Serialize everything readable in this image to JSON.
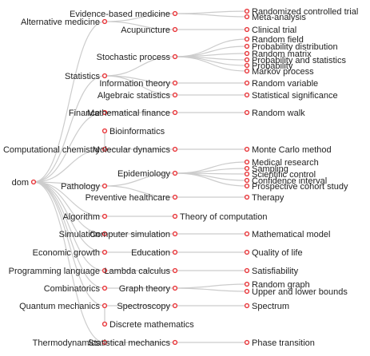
{
  "tree": {
    "root": {
      "label": "dom"
    },
    "level1": [
      {
        "label": "Alternative medicine"
      },
      {
        "label": "Statistics"
      },
      {
        "label": "Finance"
      },
      {
        "label": "Computational chemistry"
      },
      {
        "label": "Pathology"
      },
      {
        "label": "Algorithm"
      },
      {
        "label": "Simulation"
      },
      {
        "label": "Economic growth"
      },
      {
        "label": "Programming language"
      },
      {
        "label": "Combinatorics"
      },
      {
        "label": "Quantum mechanics"
      },
      {
        "label": "Thermodynamics"
      }
    ],
    "level2": [
      {
        "label": "Evidence-based medicine"
      },
      {
        "label": "Acupuncture"
      },
      {
        "label": "Stochastic process"
      },
      {
        "label": "Information theory"
      },
      {
        "label": "Algebraic statistics"
      },
      {
        "label": "Mathematical finance"
      },
      {
        "label": "Bioinformatics"
      },
      {
        "label": "Molecular dynamics"
      },
      {
        "label": "Epidemiology"
      },
      {
        "label": "Preventive healthcare"
      },
      {
        "label": "Theory of computation"
      },
      {
        "label": "Computer simulation"
      },
      {
        "label": "Education"
      },
      {
        "label": "Lambda calculus"
      },
      {
        "label": "Graph theory"
      },
      {
        "label": "Spectroscopy"
      },
      {
        "label": "Discrete mathematics"
      },
      {
        "label": "Statistical mechanics"
      }
    ],
    "level3": [
      {
        "label": "Randomized controlled trial"
      },
      {
        "label": "Meta-analysis"
      },
      {
        "label": "Clinical trial"
      },
      {
        "label": "Random field"
      },
      {
        "label": "Probability distribution"
      },
      {
        "label": "Random matrix"
      },
      {
        "label": "Probability and statistics"
      },
      {
        "label": "Probability"
      },
      {
        "label": "Markov process"
      },
      {
        "label": "Random variable"
      },
      {
        "label": "Statistical significance"
      },
      {
        "label": "Random walk"
      },
      {
        "label": "Monte Carlo method"
      },
      {
        "label": "Medical research"
      },
      {
        "label": "Sampling"
      },
      {
        "label": "Scientific control"
      },
      {
        "label": "Confidence interval"
      },
      {
        "label": "Prospective cohort study"
      },
      {
        "label": "Therapy"
      },
      {
        "label": "Mathematical model"
      },
      {
        "label": "Quality of life"
      },
      {
        "label": "Satisfiability"
      },
      {
        "label": "Random graph"
      },
      {
        "label": "Upper and lower bounds"
      },
      {
        "label": "Spectrum"
      },
      {
        "label": "Phase transition"
      }
    ]
  }
}
